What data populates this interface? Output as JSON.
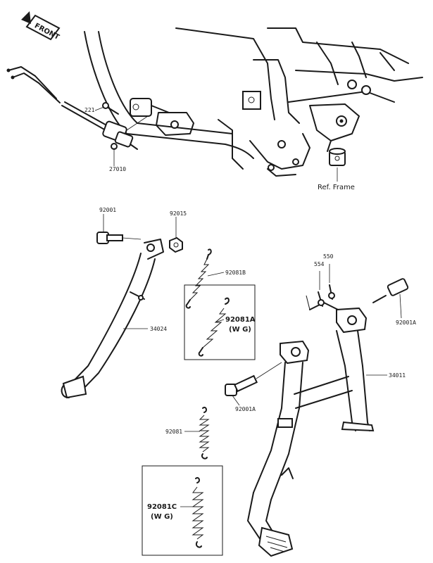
{
  "front_badge": "FRONT",
  "ref_frame": "Ref. Frame",
  "parts": {
    "p221": "221",
    "p27010": "27010",
    "p92001": "92001",
    "p92015": "92015",
    "p92081B": "92081B",
    "p92081A": "92081A",
    "p92081A_note": "(W G)",
    "p34024": "34024",
    "p554": "554",
    "p550": "550",
    "p92001A_top": "92001A",
    "p34011": "34011",
    "p92001A_mid": "92001A",
    "p92081": "92081",
    "p92081C": "92081C",
    "p92081C_note": "(W G)"
  }
}
